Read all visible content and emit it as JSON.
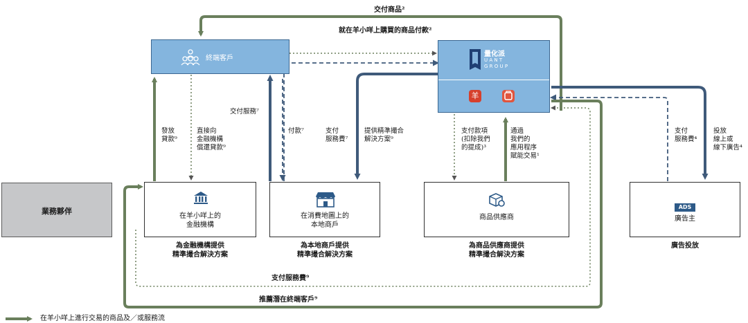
{
  "nodes": {
    "customer": "終端客戶",
    "partners": "業務夥伴",
    "financial": "在羊小咩上的\n金融機構",
    "merchant": "在消費地圖上的\n本地商戶",
    "supplier": "商品供應商",
    "advertiser": "廣告主",
    "brand_top": "量化派",
    "brand_sub1": "U A N T",
    "brand_sub2": "G R O U P",
    "ads_badge": "ADS"
  },
  "captions": {
    "financial": "為金融機構提供\n精準撮合解決方案",
    "merchant": "為本地商戶提供\n精準撮合解決方案",
    "supplier": "為商品供應商提供\n精準撮合解決方案",
    "advertiser": "廣告投放"
  },
  "edges": {
    "deliver_goods": "交付商品²",
    "pay_goods": "就在羊小咩上購買的商品付款²",
    "deliver_service": "交付服務⁷",
    "issue_loan": "發放\n貸款⁹",
    "repay": "直接向\n金融機構\n償還貸款⁹",
    "pay": "付款⁷",
    "pay_service_fee_merchant": "支付\n服務費⁷",
    "precise_solution": "提供精準撮合\n解決方案⁹",
    "pay_net": "支付款項\n(扣除我們\n的提成)³",
    "via_app": "通過\n我們的\n應用程序\n賦能交易¹",
    "pay_service_fee_adv": "支付\n服務費⁴",
    "ad_delivery": "投放\n線上或\n線下廣告⁴",
    "pay_service_fee_bottom": "支付服務費⁹",
    "recommend": "推薦潛在終端客戶⁹"
  },
  "legend": {
    "solid_green": "在羊小咩上進行交易的商品及／或服務流"
  },
  "colors": {
    "green": "#6a7f5c",
    "navy": "#3f5a7a",
    "blue_box": "#84b5de",
    "gray_box": "#c6c7c9",
    "dotted": "#6a7f5c"
  }
}
